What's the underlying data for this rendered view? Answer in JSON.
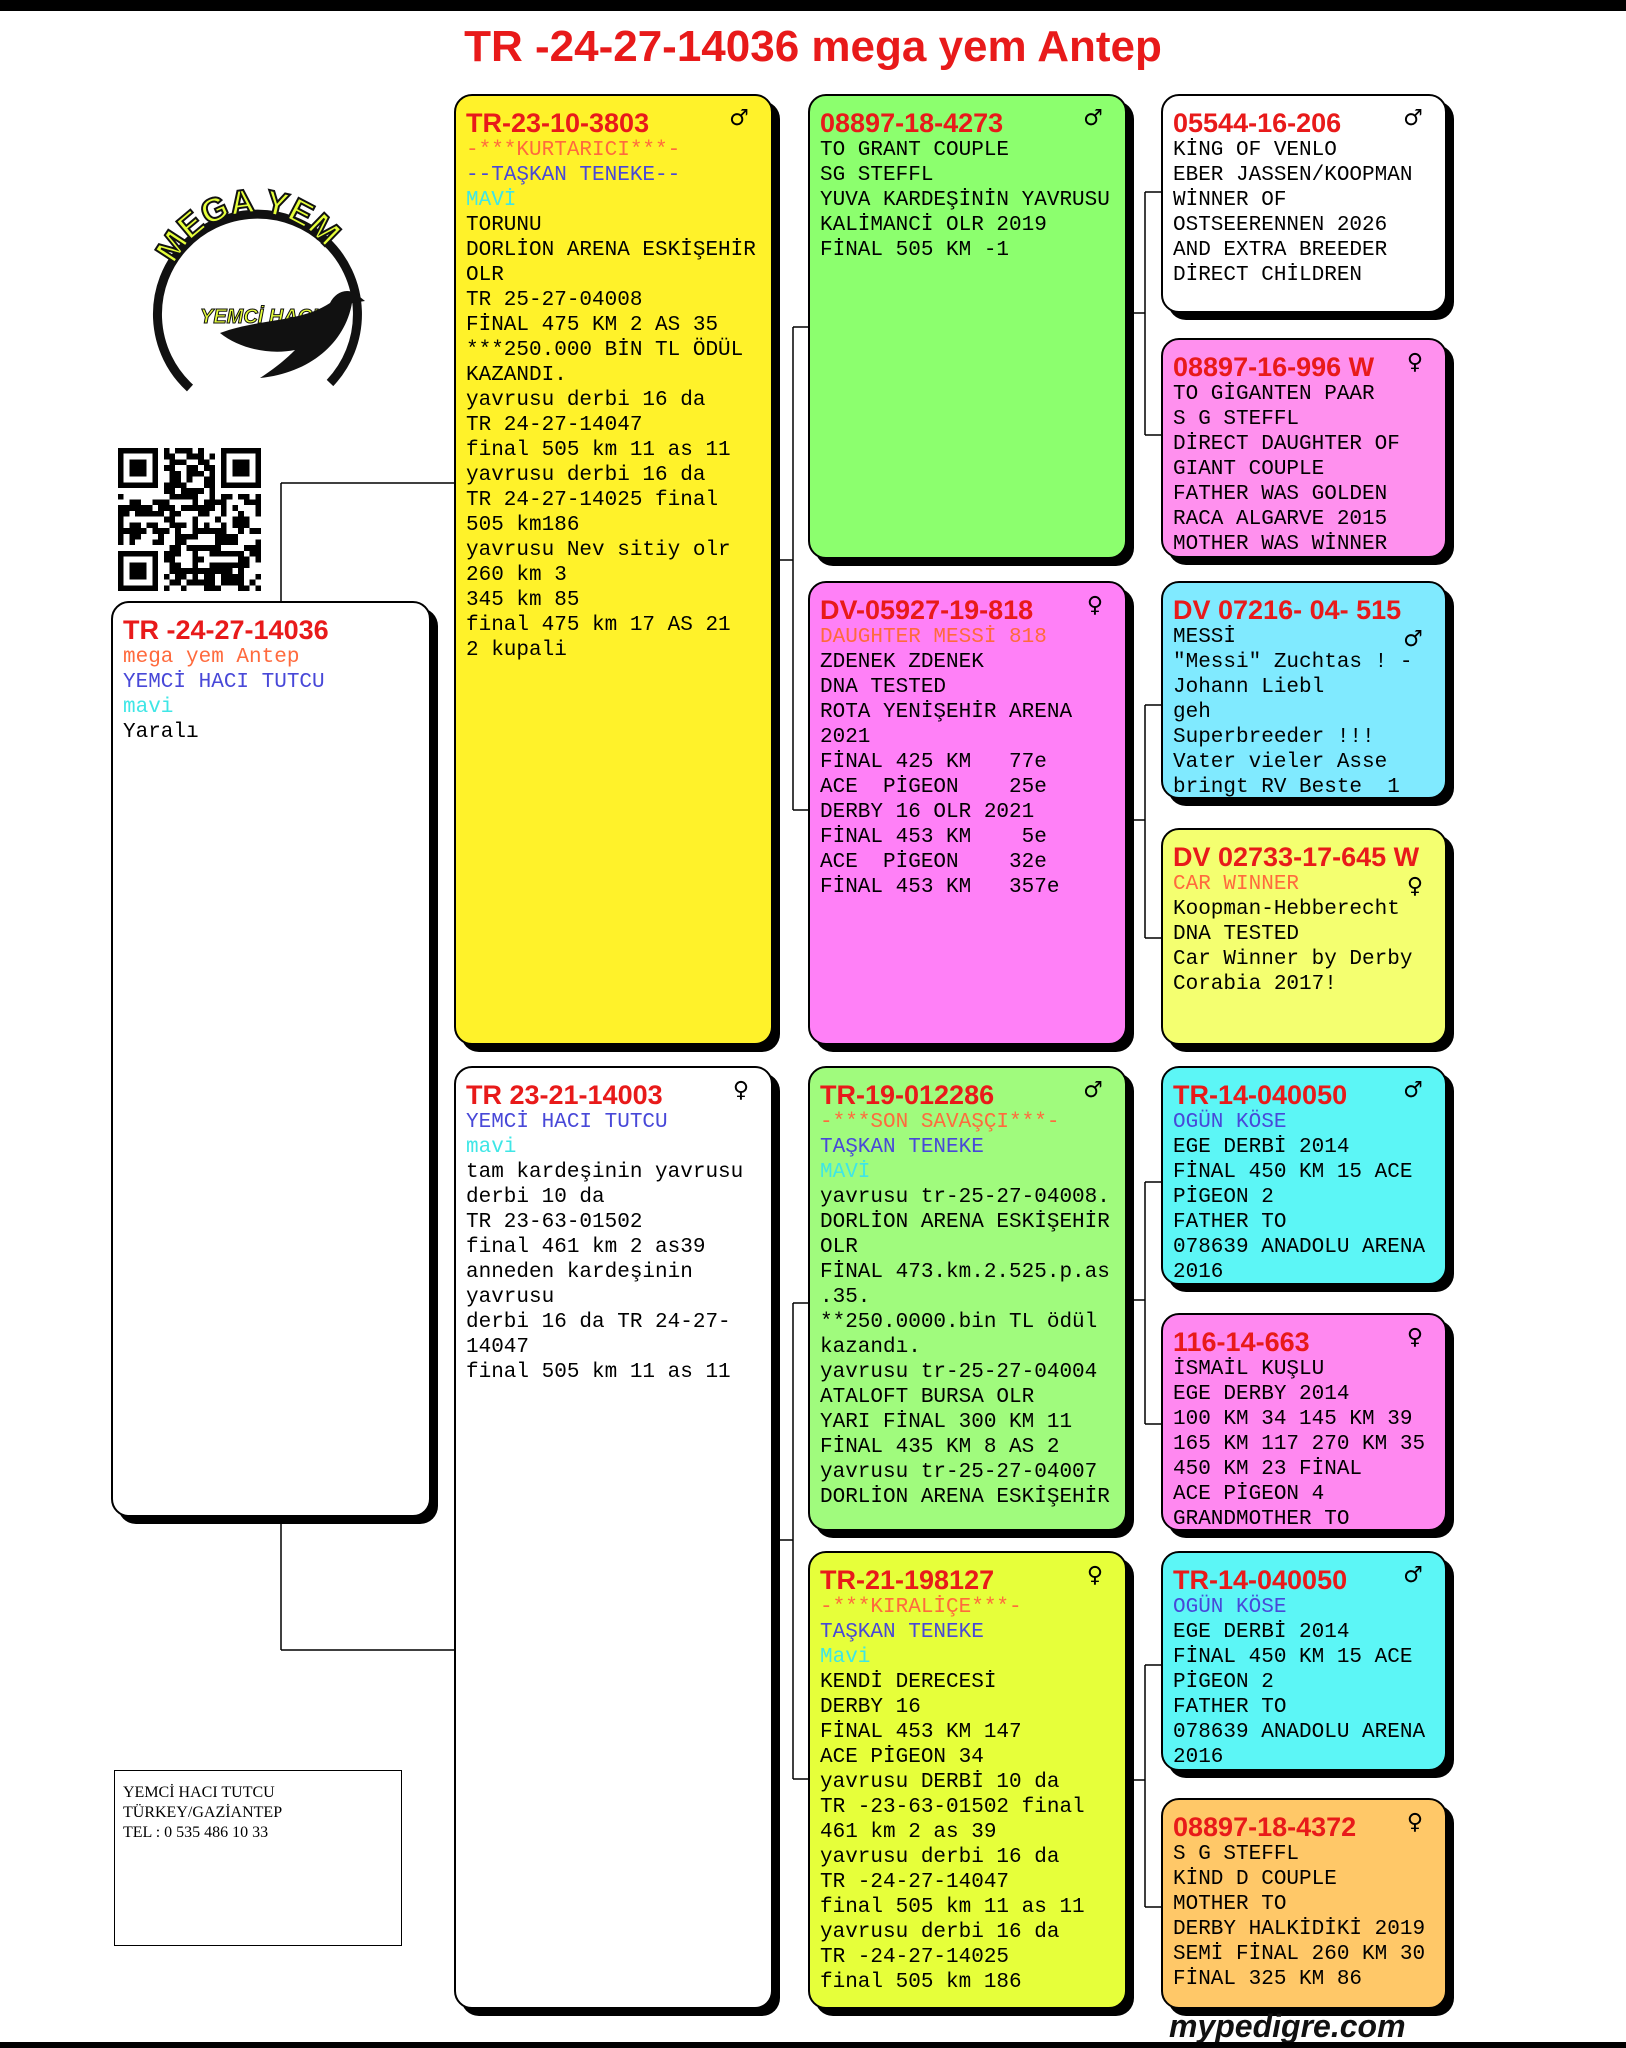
{
  "title": "TR -24-27-14036  mega yem Antep",
  "logo": {
    "top_text": "MEGA YEM",
    "sub_text": "YEMCİ HACI"
  },
  "contact": {
    "lines": [
      "YEMCİ HACI TUTCU",
      "TÜRKEY/GAZİANTEP",
      "TEL : 0 535 486 10 33"
    ]
  },
  "footer": "mypedigre.com",
  "colors": {
    "red": "#e81a1a",
    "orange": "#ff6a3d",
    "blue": "#4848d8",
    "cyan": "#3fe6e6"
  },
  "subject": {
    "id": "TR -24-27-14036",
    "lines": [
      {
        "t": "mega yem Antep",
        "c": "orange"
      },
      {
        "t": "YEMCİ HACI TUTCU",
        "c": "blue"
      },
      {
        "t": "mavi",
        "c": "cyan"
      },
      {
        "t": "Yaralı"
      }
    ]
  },
  "cards": [
    {
      "key": "sire",
      "bg": "#fff22a",
      "sex": "♂",
      "id": "TR-23-10-3803",
      "lines": [
        {
          "t": "-***KURTARICI***-",
          "c": "orange"
        },
        {
          "t": "--TAŞKAN TENEKE--",
          "c": "blue"
        },
        {
          "t": "MAVİ",
          "c": "cyan"
        },
        {
          "t": "TORUNU"
        },
        {
          "t": "DORLİON ARENA ESKİŞEHİR"
        },
        {
          "t": "OLR"
        },
        {
          "t": "TR 25-27-04008"
        },
        {
          "t": "FİNAL 475 KM 2 AS 35"
        },
        {
          "t": "***250.000 BİN TL ÖDÜL"
        },
        {
          "t": "KAZANDI."
        },
        {
          "t": "yavrusu derbi 16 da"
        },
        {
          "t": "TR 24-27-14047"
        },
        {
          "t": "final 505 km 11 as 11"
        },
        {
          "t": "yavrusu derbi 16 da"
        },
        {
          "t": "TR 24-27-14025 final"
        },
        {
          "t": "505 km186"
        },
        {
          "t": "yavrusu Nev sitiy olr"
        },
        {
          "t": "260 km 3"
        },
        {
          "t": "345 km 85"
        },
        {
          "t": "final 475 km 17 AS 21"
        },
        {
          "t": "2 kupali"
        }
      ]
    },
    {
      "key": "dam",
      "bg": "#ffffff",
      "sex": "♀",
      "id": "TR 23-21-14003",
      "lines": [
        {
          "t": "YEMCİ HACI TUTCU",
          "c": "blue"
        },
        {
          "t": "mavi",
          "c": "cyan"
        },
        {
          "t": "tam kardeşinin yavrusu"
        },
        {
          "t": "derbi 10 da"
        },
        {
          "t": "TR 23-63-01502"
        },
        {
          "t": "final 461 km 2 as39"
        },
        {
          "t": "anneden kardeşinin"
        },
        {
          "t": "yavrusu"
        },
        {
          "t": "derbi 16 da TR 24-27-"
        },
        {
          "t": "14047"
        },
        {
          "t": "final 505 km 11 as 11"
        }
      ]
    },
    {
      "key": "ss",
      "bg": "#8cff6e",
      "sex": "♂",
      "id": "08897-18-4273",
      "lines": [
        {
          "t": "TO GRANT COUPLE"
        },
        {
          "t": "SG STEFFL"
        },
        {
          "t": "YUVA KARDEŞİNİN YAVRUSU"
        },
        {
          "t": "KALİMANCİ OLR 2019"
        },
        {
          "t": "FİNAL 505 KM -1"
        }
      ]
    },
    {
      "key": "sd",
      "bg": "#ff80f7",
      "sex": "♀",
      "id": "DV-05927-19-818",
      "lines": [
        {
          "t": "DAUGHTER MESSİ 818",
          "c": "orange"
        },
        {
          "t": "ZDENEK ZDENEK"
        },
        {
          "t": "DNA TESTED"
        },
        {
          "t": "ROTA YENİŞEHİR ARENA"
        },
        {
          "t": "2021"
        },
        {
          "t": "FİNAL 425 KM   77e"
        },
        {
          "t": "ACE  PİGEON    25e"
        },
        {
          "t": "DERBY 16 OLR 2021"
        },
        {
          "t": "FİNAL 453 KM    5e"
        },
        {
          "t": "ACE  PİGEON    32e"
        },
        {
          "t": "FİNAL 453 KM   357e"
        }
      ]
    },
    {
      "key": "ds",
      "bg": "#a0fb7d",
      "sex": "♂",
      "id": "TR-19-012286",
      "lines": [
        {
          "t": "-***SON SAVAŞÇI***-",
          "c": "orange"
        },
        {
          "t": "TAŞKAN TENEKE",
          "c": "blue"
        },
        {
          "t": "MAVİ",
          "c": "cyan"
        },
        {
          "t": ""
        },
        {
          "t": "yavrusu tr-25-27-04008."
        },
        {
          "t": "DORLİON ARENA ESKİŞEHİR"
        },
        {
          "t": "OLR"
        },
        {
          "t": "FİNAL 473.km.2.525.p.as"
        },
        {
          "t": ".35."
        },
        {
          "t": "**250.0000.bin TL ödül"
        },
        {
          "t": "kazandı."
        },
        {
          "t": "yavrusu tr-25-27-04004"
        },
        {
          "t": "ATALOFT BURSA OLR"
        },
        {
          "t": "YARI FİNAL 300 KM 11"
        },
        {
          "t": "FİNAL 435 KM 8 AS 2"
        },
        {
          "t": "yavrusu tr-25-27-04007"
        },
        {
          "t": "DORLİON ARENA ESKİŞEHİR"
        }
      ]
    },
    {
      "key": "dd",
      "bg": "#e6ff3a",
      "sex": "♀",
      "id": "TR-21-198127",
      "lines": [
        {
          "t": "-***KIRALİÇE***-",
          "c": "orange"
        },
        {
          "t": "TAŞKAN TENEKE",
          "c": "blue"
        },
        {
          "t": "Mavi",
          "c": "cyan"
        },
        {
          "t": "KENDİ DERECESİ"
        },
        {
          "t": "DERBY 16"
        },
        {
          "t": "FİNAL 453 KM 147"
        },
        {
          "t": "ACE PİGEON 34"
        },
        {
          "t": "yavrusu DERBİ 10 da"
        },
        {
          "t": "TR -23-63-01502 final"
        },
        {
          "t": "461 km 2 as 39"
        },
        {
          "t": "yavrusu derbi 16 da"
        },
        {
          "t": "TR -24-27-14047"
        },
        {
          "t": "final 505 km 11 as 11"
        },
        {
          "t": "yavrusu derbi 16 da"
        },
        {
          "t": "TR -24-27-14025"
        },
        {
          "t": "final 505 km 186"
        }
      ]
    },
    {
      "key": "sss",
      "bg": "#ffffff",
      "sex": "♂",
      "id": "05544-16-206",
      "lines": [
        {
          "t": ""
        },
        {
          "t": "KİNG OF VENLO"
        },
        {
          "t": "EBER JASSEN/KOOPMAN"
        },
        {
          "t": "WİNNER OF"
        },
        {
          "t": "OSTSEERENNEN 2026"
        },
        {
          "t": "AND EXTRA BREEDER"
        },
        {
          "t": "DİRECT CHİLDREN"
        }
      ]
    },
    {
      "key": "ssd",
      "bg": "#ff90ee",
      "sex": "♀",
      "id": "08897-16-996 W",
      "lines": [
        {
          "t": "TO GİGANTEN PAAR"
        },
        {
          "t": "S G STEFFL"
        },
        {
          "t": "DİRECT DAUGHTER OF"
        },
        {
          "t": "GIANT COUPLE"
        },
        {
          "t": "FATHER WAS GOLDEN"
        },
        {
          "t": "RACA ALGARVE 2015"
        },
        {
          "t": "MOTHER WAS WİNNER"
        }
      ]
    },
    {
      "key": "sds",
      "bg": "#80eaff",
      "sex": "♂",
      "id": "DV  07216- 04- 515",
      "lines": [
        {
          "t": "MESSİ"
        },
        {
          "t": "\"Messi\" Zuchtas ! -"
        },
        {
          "t": "Johann Liebl"
        },
        {
          "t": "geh"
        },
        {
          "t": "Superbreeder !!!"
        },
        {
          "t": "Vater vieler Asse"
        },
        {
          "t": "bringt RV Beste  1"
        }
      ]
    },
    {
      "key": "sdd",
      "bg": "#f4ff70",
      "sex": "♀",
      "id": "DV 02733-17-645 W",
      "lines": [
        {
          "t": "CAR WINNER",
          "c": "orange"
        },
        {
          "t": "Koopman-Hebberecht"
        },
        {
          "t": "DNA TESTED"
        },
        {
          "t": "Car Winner by Derby"
        },
        {
          "t": "Corabia 2017!"
        }
      ]
    },
    {
      "key": "dss",
      "bg": "#5cf6f6",
      "sex": "♂",
      "id": "TR-14-040050",
      "lines": [
        {
          "t": "OGÜN KÖSE",
          "c": "blue"
        },
        {
          "t": "EGE DERBİ 2014"
        },
        {
          "t": "FİNAL 450 KM 15 ACE"
        },
        {
          "t": "PİGEON 2"
        },
        {
          "t": "FATHER TO"
        },
        {
          "t": "078639 ANADOLU ARENA"
        },
        {
          "t": "2016"
        }
      ]
    },
    {
      "key": "dsd",
      "bg": "#ff88f0",
      "sex": "♀",
      "id": "116-14-663",
      "lines": [
        {
          "t": "İSMAİL KUŞLU"
        },
        {
          "t": "EGE DERBY 2014"
        },
        {
          "t": "100 KM 34 145 KM 39"
        },
        {
          "t": "165 KM 117 270 KM 35"
        },
        {
          "t": "450 KM 23 FİNAL"
        },
        {
          "t": "ACE PİGEON 4"
        },
        {
          "t": "GRANDMOTHER TO"
        }
      ]
    },
    {
      "key": "dds",
      "bg": "#5cf6f6",
      "sex": "♂",
      "id": "TR-14-040050",
      "lines": [
        {
          "t": "OGÜN KÖSE",
          "c": "blue"
        },
        {
          "t": "EGE DERBİ 2014"
        },
        {
          "t": "FİNAL 450 KM 15 ACE"
        },
        {
          "t": "PİGEON 2"
        },
        {
          "t": "FATHER TO"
        },
        {
          "t": "078639 ANADOLU ARENA"
        },
        {
          "t": "2016"
        }
      ]
    },
    {
      "key": "ddd",
      "bg": "#ffc868",
      "sex": "♀",
      "id": "08897-18-4372",
      "lines": [
        {
          "t": ""
        },
        {
          "t": "S G STEFFL"
        },
        {
          "t": "KİND D COUPLE"
        },
        {
          "t": "MOTHER TO"
        },
        {
          "t": "DERBY HALKİDİKİ 2019"
        },
        {
          "t": "SEMİ FİNAL 260 KM 30"
        },
        {
          "t": "FİNAL 325 KM 86"
        }
      ]
    }
  ]
}
